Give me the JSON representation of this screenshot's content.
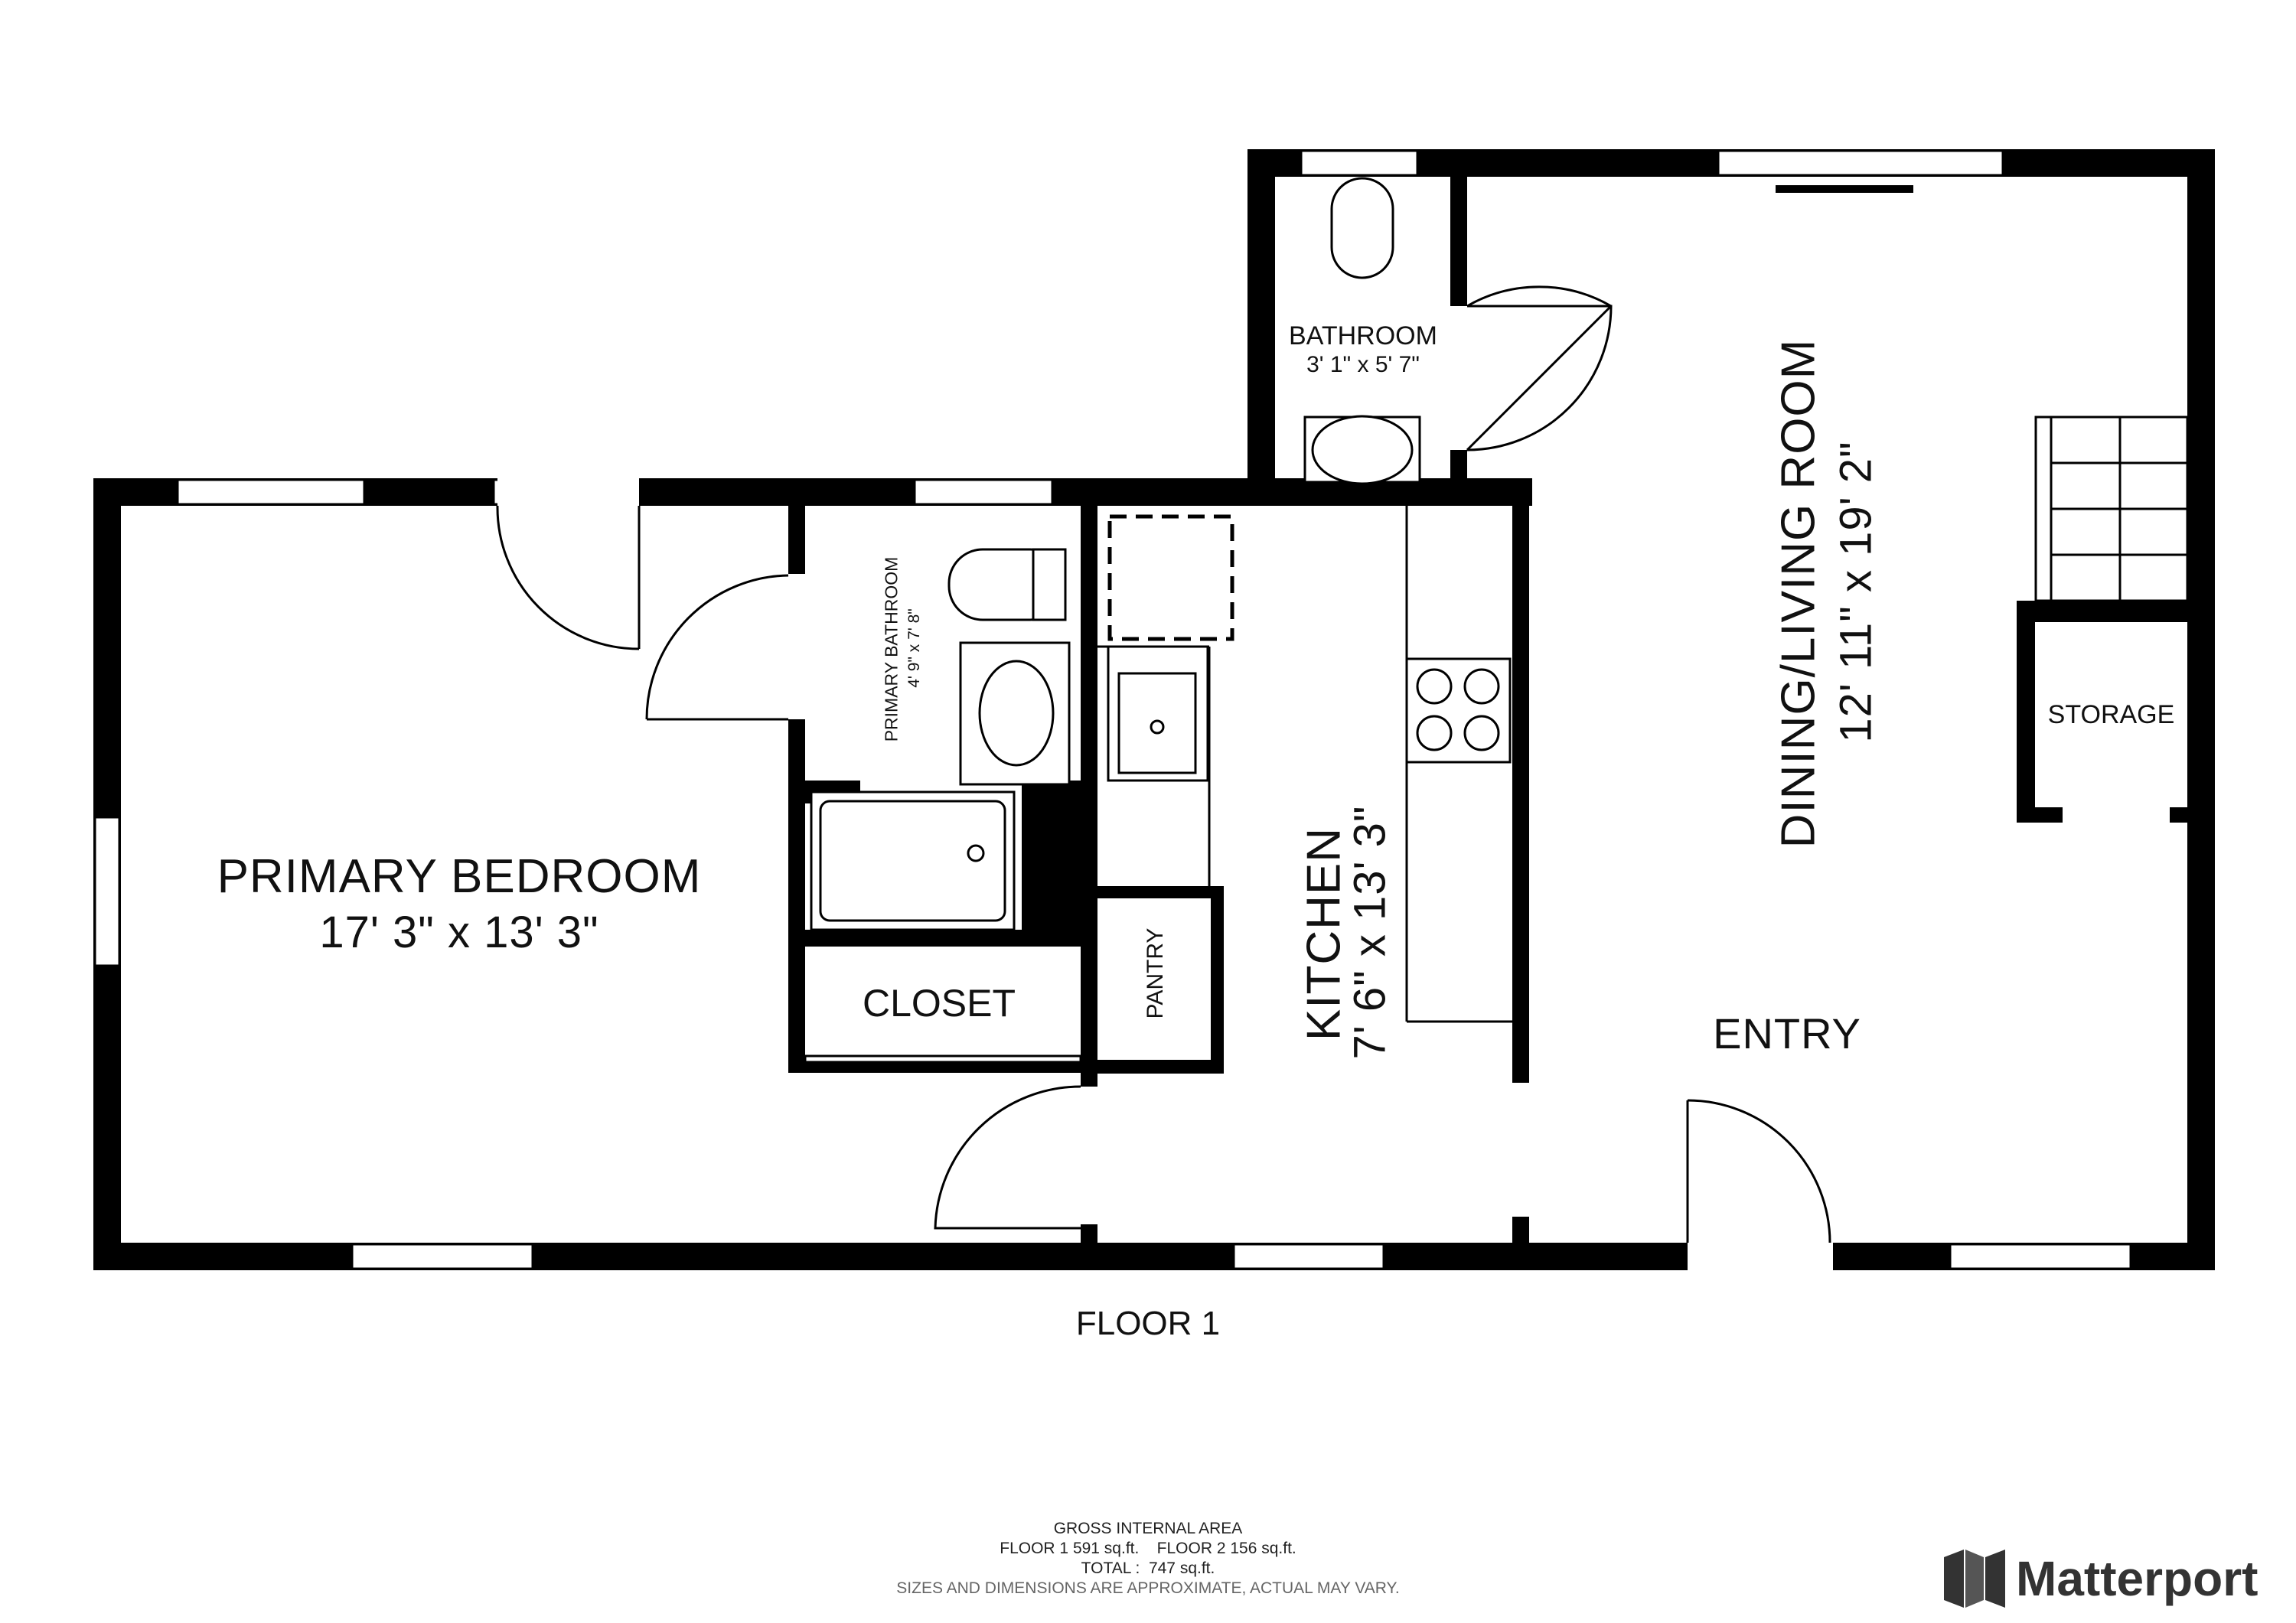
{
  "floor_label": "FLOOR 1",
  "rooms": {
    "primary_bedroom": {
      "name": "PRIMARY BEDROOM",
      "dims": "17' 3\" x 13' 3\""
    },
    "primary_bathroom": {
      "name": "PRIMARY BATHROOM",
      "dims": "4' 9\" x 7' 8\""
    },
    "closet": {
      "name": "CLOSET"
    },
    "pantry": {
      "name": "PANTRY"
    },
    "kitchen": {
      "name": "KITCHEN",
      "dims": "7' 6\" x 13' 3\""
    },
    "bathroom": {
      "name": "BATHROOM",
      "dims": "3' 1\" x 5' 7\""
    },
    "dining_living": {
      "name": "DINING/LIVING ROOM",
      "dims": "12' 11\" x 19' 2\""
    },
    "storage": {
      "name": "STORAGE"
    },
    "entry": {
      "name": "ENTRY"
    }
  },
  "footer": {
    "title": "GROSS INTERNAL AREA",
    "floors_line": "FLOOR 1 591 sq.ft.    FLOOR 2 156 sq.ft.",
    "total_line": "TOTAL :  747 sq.ft.",
    "disclaimer": "SIZES AND DIMENSIONS ARE APPROXIMATE, ACTUAL MAY VARY."
  },
  "brand": {
    "name": "Matterport",
    "icon": "matterport-logo-icon"
  },
  "colors": {
    "wall": "#000000",
    "background": "#ffffff",
    "text": "#111111"
  }
}
